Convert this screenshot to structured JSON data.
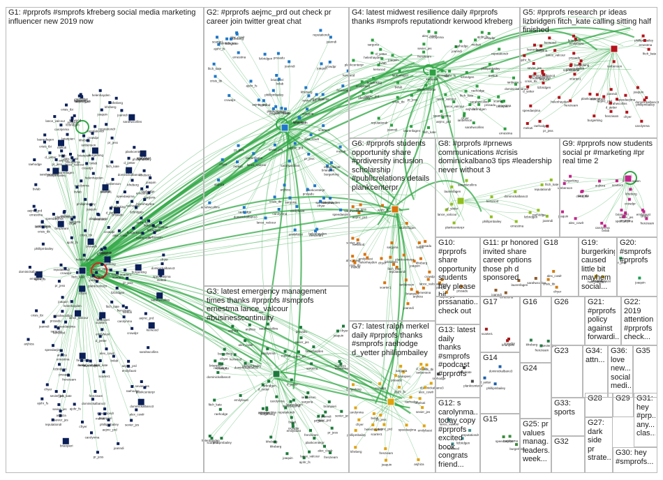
{
  "graph": {
    "groups": [
      {
        "id": "G1",
        "title": "G1: #prprofs #smprofs kfreberg social media marketing influencer new 2019 now",
        "color": "#0b1f57",
        "nodes": 190
      },
      {
        "id": "G2",
        "title": "G2: #prprofs aejmc_prd out check pr career join twitter great chat",
        "color": "#1f77c8",
        "nodes": 70
      },
      {
        "id": "G3",
        "title": "G3: latest emergency management times thanks #prprofs #smprofs ernestma lance_valcour #businesscontinuity",
        "color": "#1e7a3c",
        "nodes": 60
      },
      {
        "id": "G4",
        "title": "G4: latest midwest resilience daily #prprofs thanks #smprofs reputationdr kerwood kfreberg",
        "color": "#2ea043",
        "nodes": 55
      },
      {
        "id": "G5",
        "title": "G5: #prprofs research pr ideas lizbridgen fitch_kate calling sitting half finished",
        "color": "#b5121b",
        "nodes": 45
      },
      {
        "id": "G6",
        "title": "G6: #prprofs students opportunity share #prdiversity inclusion scholarship #publicrelations details plankcenterpr",
        "color": "#d9720b",
        "nodes": 30
      },
      {
        "id": "G7",
        "title": "G7: latest ralph merkel daily #prprofs thanks #smprofs raehodge d_yetter phillipmbailey",
        "color": "#e0a30e",
        "nodes": 28
      },
      {
        "id": "G8",
        "title": "G8: #prprofs #prnews communications #crisis dominickalbano3 tips #leadership never without 3",
        "color": "#8fbf1f",
        "nodes": 14
      },
      {
        "id": "G9",
        "title": "G9: #prprofs now students social pr #marketing #pr real time 2",
        "color": "#c2258a",
        "nodes": 20
      },
      {
        "id": "G10",
        "title": "G10: #prprofs share opportunity students hey please hit",
        "color": "#c9760d",
        "nodes": 4
      },
      {
        "id": "G11",
        "title": "G11: pr honored invited share career options those ph d sponsored",
        "color": "#8d5a2b",
        "nodes": 4
      },
      {
        "id": "G12",
        "title": "G12: s carolynma... today copy #prprofs excited book congrats friend...",
        "color": "#3f8f8f",
        "nodes": 4
      },
      {
        "id": "G13",
        "title": "G13: latest daily thanks #smprofs #podcast #prprofs",
        "color": "#4a4a4a",
        "nodes": 3
      },
      {
        "id": "G14",
        "title": "G14",
        "color": "#1d5fa8",
        "nodes": 3
      },
      {
        "id": "G15",
        "title": "G15",
        "color": "#3b8a3b",
        "nodes": 3
      },
      {
        "id": "G16",
        "title": "G16",
        "color": "#2b7d4a",
        "nodes": 3
      },
      {
        "id": "G17",
        "title": "G17",
        "color": "#a31a1a",
        "nodes": 3
      },
      {
        "id": "G18",
        "title": "G18",
        "color": "#d27d10",
        "nodes": 3
      },
      {
        "id": "G19",
        "title": "G19: burgerking caused little bit mayhem social...",
        "color": "#c9a00c",
        "nodes": 3
      },
      {
        "id": "G20",
        "title": "G20: #smprofs #prprofs",
        "color": "#1f9e57",
        "nodes": 2
      },
      {
        "id": "G21",
        "title": "G21: #prprofs policy against forwardi...",
        "color": "#a4237d",
        "nodes": 2
      },
      {
        "id": "G22",
        "title": "G22: 2019 attention #prprofs check...",
        "color": "#8a1f7a",
        "nodes": 2
      },
      {
        "id": "G23",
        "title": "G23",
        "color": "#203f8a",
        "nodes": 2
      },
      {
        "id": "G24",
        "title": "G24",
        "color": "#1d5f8a",
        "nodes": 2
      },
      {
        "id": "G25",
        "title": "G25: pr values manag... leaders... week...",
        "color": "#357a2f",
        "nodes": 2
      },
      {
        "id": "G26",
        "title": "G26",
        "color": "#1a7f99",
        "nodes": 2
      },
      {
        "id": "G27",
        "title": "G27: dark side pr strate...",
        "color": "#2d6e2d",
        "nodes": 2
      },
      {
        "id": "G28",
        "title": "G28",
        "color": "#4c8f2b",
        "nodes": 2
      },
      {
        "id": "G29",
        "title": "G29",
        "color": "#b03030",
        "nodes": 2
      },
      {
        "id": "G30",
        "title": "G30: hey #smprofs...",
        "color": "#6b4a2e",
        "nodes": 2
      },
      {
        "id": "G31",
        "title": "G31: hey #prp... any... clas...",
        "color": "#7a2020",
        "nodes": 2
      },
      {
        "id": "G32",
        "title": "G32",
        "color": "#2f7a2f",
        "nodes": 2
      },
      {
        "id": "G33",
        "title": "G33: sports",
        "color": "#3a6f2f",
        "nodes": 2
      },
      {
        "id": "G34",
        "title": "G34: attn...",
        "color": "#7a1f5f",
        "nodes": 2
      },
      {
        "id": "G35",
        "title": "G35",
        "color": "#5a1f7a",
        "nodes": 2
      },
      {
        "id": "G36",
        "title": "G36: love new... social medi...",
        "color": "#8a1f4f",
        "nodes": 2
      },
      {
        "id": "G10b",
        "title": "prssanatio... check out",
        "color": "#b96a10",
        "nodes": 0
      }
    ],
    "edge_color": "#31a846",
    "self_loop_color": "#e02020",
    "node_labels": [
      "speedaejima",
      "frenzieam",
      "kfreberg",
      "sevier_jes",
      "crowdpr",
      "brianpieri",
      "scarter1",
      "cfryer",
      "crisis_tbi",
      "alex_cowlr",
      "sargoria",
      "emilyfaust",
      "helenhayden",
      "pr_jess",
      "joaquin",
      "anjhiza",
      "ianbenson",
      "bvlab",
      "prssadu",
      "ajohr_fs",
      "aejmc_prd",
      "mekuti",
      "laurenfagen",
      "sarahwcollins",
      "joanndi",
      "ernestma",
      "lance_valcour",
      "reputationdr",
      "kerwood",
      "lizbridgen",
      "fitch_kate",
      "plankcenterpr",
      "raehodge",
      "d_yetter",
      "phillipmbailey",
      "dominickalbano3",
      "burgerking",
      "carolynma"
    ]
  }
}
